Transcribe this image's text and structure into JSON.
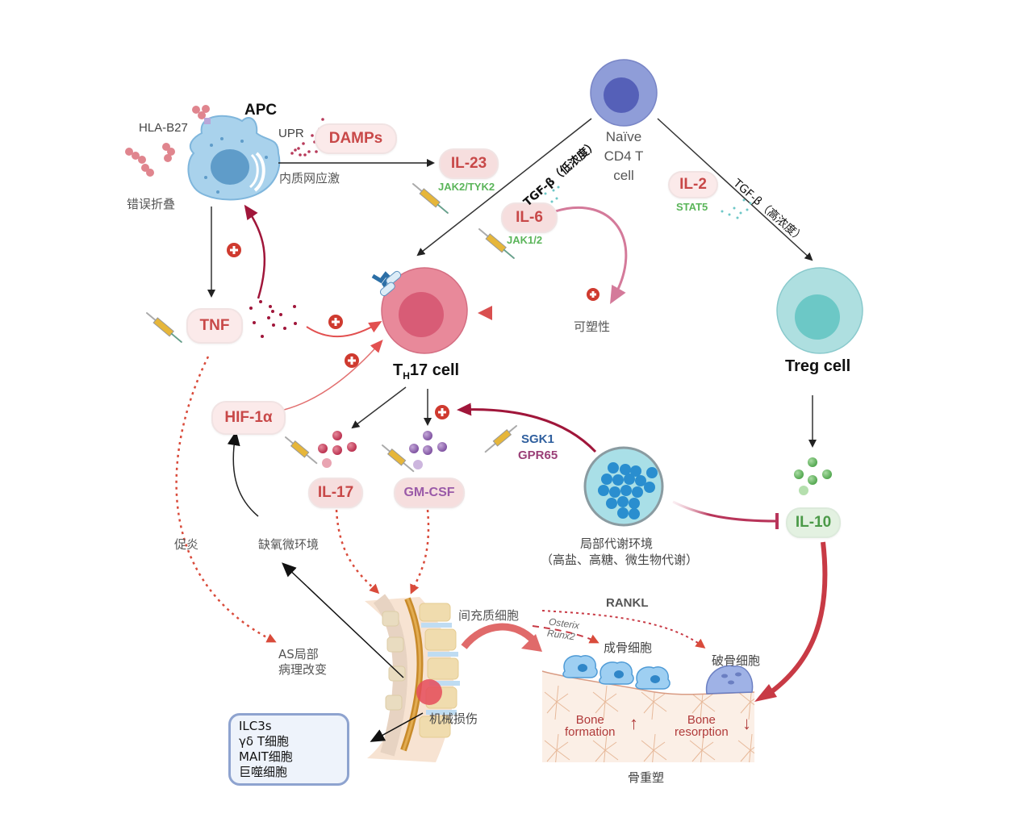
{
  "diagram": {
    "nodes": {
      "apc": {
        "label": "APC",
        "hla": "HLA-B27",
        "misfold": "错误折叠",
        "upr": "UPR",
        "er_stress": "内质网应激"
      },
      "naive": {
        "line1": "Naïve",
        "line2": "CD4 T",
        "line3": "cell"
      },
      "th17": {
        "label_main": "T",
        "label_sub": "H",
        "label_rest": "17 cell"
      },
      "treg": {
        "label": "Treg cell"
      },
      "metabolic": {
        "line1": "局部代谢环境",
        "line2": "（高盐、高糖、微生物代谢）"
      },
      "spine": {
        "mechanical": "机械损伤"
      },
      "bone": {
        "mesenchymal": "间充质细胞",
        "rankl": "RANKL",
        "osterix": "Osterix",
        "runx2": "Runx2",
        "osteoblast": "成骨细胞",
        "osteoclast": "破骨细胞",
        "formation_1": "Bone",
        "formation_2": "formation",
        "formation_arrow": "↑",
        "resorption_1": "Bone",
        "resorption_2": "resorption",
        "resorption_arrow": "↓",
        "remodel": "骨重塑"
      }
    },
    "cytokines": {
      "damps": "DAMPs",
      "il23": {
        "label": "IL-23",
        "pathway": "JAK2/TYK2"
      },
      "il6": {
        "label": "IL-6",
        "pathway": "JAK1/2"
      },
      "il2": {
        "label": "IL-2",
        "pathway": "STAT5"
      },
      "tnf": "TNF",
      "hif": "HIF-1α",
      "il17": "IL-17",
      "gmcsf": "GM-CSF",
      "il10": "IL-10",
      "sgk1": "SGK1",
      "gpr65": "GPR65"
    },
    "edge_labels": {
      "tgf_low": "TGF-β（低浓度）",
      "tgf_high": "TGF-β（高浓度）",
      "plasticity": "可塑性",
      "proinflam": "促炎",
      "hypoxia": "缺氧微环境",
      "as_path_1": "AS局部",
      "as_path_2": "病理改变"
    },
    "innate_box": [
      "ILC3s",
      "γδ T细胞",
      "MAIT细胞",
      "巨噬细胞"
    ],
    "plus_sign": "+",
    "colors": {
      "apc": "#a8d0ea",
      "naive_outer": "#8d9bd6",
      "naive_inner": "#5561b8",
      "th17_outer": "#e8899a",
      "th17_inner": "#d85c76",
      "treg_outer": "#aedfe0",
      "treg_inner": "#6cc8c6",
      "pill_red_text": "#c84848",
      "pill_green_text": "#4b9a48",
      "accent_red": "#c8323c",
      "dark_red": "#a0163a"
    }
  }
}
